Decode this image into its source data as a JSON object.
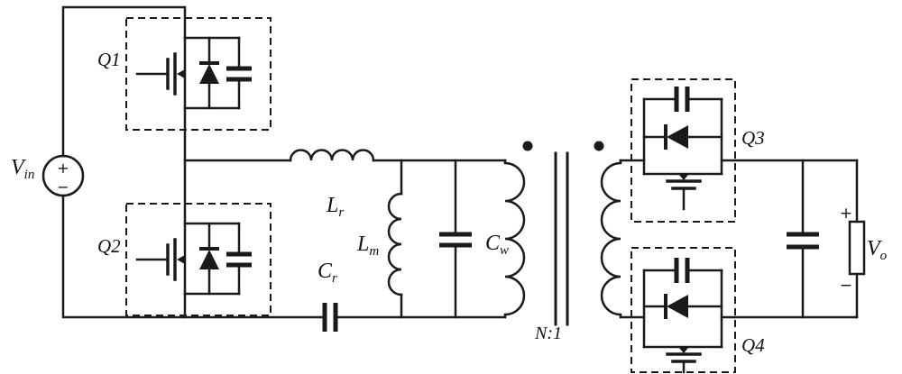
{
  "colors": {
    "line": "#1a1a1a",
    "background": "#ffffff"
  },
  "labels": {
    "vin": {
      "main": "V",
      "sub": "in"
    },
    "vo": {
      "main": "V",
      "sub": "o"
    },
    "q1": "Q1",
    "q2": "Q2",
    "q3": "Q3",
    "q4": "Q4",
    "lr": {
      "main": "L",
      "sub": "r"
    },
    "lm": {
      "main": "L",
      "sub": "m"
    },
    "cr": {
      "main": "C",
      "sub": "r"
    },
    "cw": {
      "main": "C",
      "sub": "w"
    },
    "turns_ratio": "N:1"
  },
  "signs": {
    "source_plus": "+",
    "source_minus": "−",
    "output_plus": "+",
    "output_minus": "−"
  }
}
